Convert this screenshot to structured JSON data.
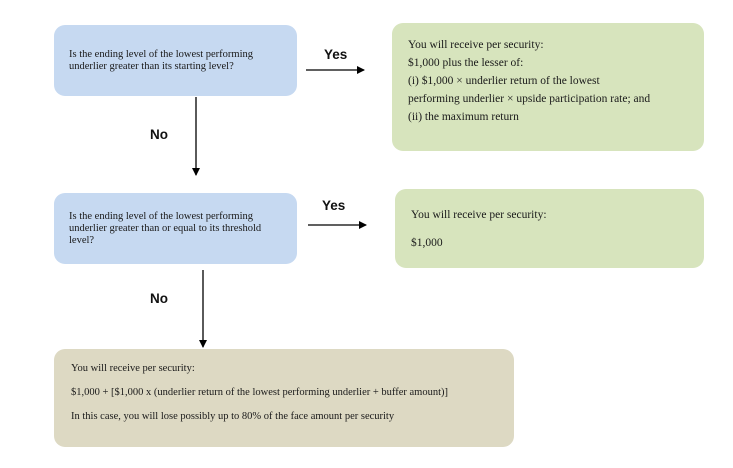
{
  "question1": {
    "text": "Is the ending level of the lowest performing underlier greater than its starting level?"
  },
  "question2": {
    "text": "Is the ending level of the lowest performing underlier greater than or equal to its threshold level?"
  },
  "labels": {
    "yes1": "Yes",
    "no1": "No",
    "yes2": "Yes",
    "no2": "No"
  },
  "outcome1": {
    "lines": [
      "You will receive per security:",
      "$1,000 plus the lesser of:",
      "(i) $1,000 × underlier return of the lowest",
      "performing underlier × upside participation rate; and",
      "(ii) the maximum return"
    ]
  },
  "outcome2": {
    "heading": "You will receive per security:",
    "amount": "$1,000"
  },
  "outcome3": {
    "heading": "You will receive per security:",
    "formula": "$1,000 + [$1,000 x (underlier return of the lowest performing underlier + buffer amount)]",
    "note": "In this case, you will lose possibly up to 80% of the face amount per security"
  }
}
